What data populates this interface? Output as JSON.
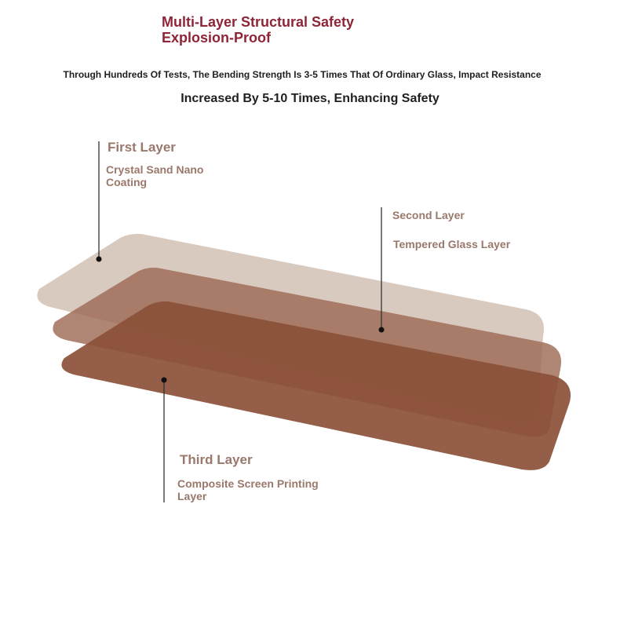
{
  "header": {
    "title_line1": "Multi-Layer Structural Safety",
    "title_line2": "Explosion-Proof",
    "subtitle_line1": "Through Hundreds Of Tests, The Bending Strength Is 3-5 Times That Of Ordinary Glass, Impact Resistance",
    "subtitle_line2": "Increased By 5-10 Times, Enhancing Safety"
  },
  "layers": [
    {
      "name": "First Layer",
      "desc_line1": "Crystal Sand Nano",
      "desc_line2": "Coating",
      "color": "#d7c7bd"
    },
    {
      "name": "Second Layer",
      "desc_line1": "Tempered Glass Layer",
      "desc_line2": "",
      "color": "#a97a68"
    },
    {
      "name": "Third Layer",
      "desc_line1": "Composite Screen Printing",
      "desc_line2": "Layer",
      "color": "#8b5038"
    }
  ],
  "colors": {
    "title": "#8e2436",
    "label": "#9a786c",
    "leader": "#333333"
  }
}
